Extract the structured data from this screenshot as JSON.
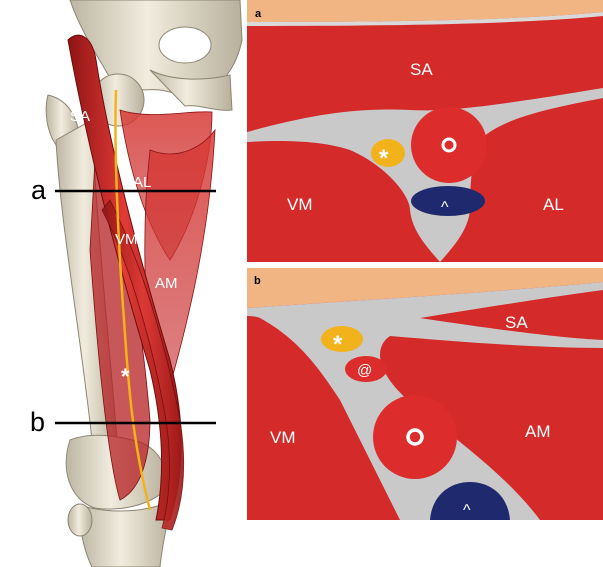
{
  "figure": {
    "left": {
      "labels": {
        "sa": "SA",
        "al": "AL",
        "vm": "VM",
        "am": "AM",
        "star": "*"
      },
      "lines": {
        "a": "a",
        "b": "b"
      }
    },
    "panel_a": {
      "tag": "a",
      "sa": "SA",
      "vm": "VM",
      "al": "AL",
      "star": "*",
      "caret": "^"
    },
    "panel_b": {
      "tag": "b",
      "sa": "SA",
      "vm": "VM",
      "am": "AM",
      "star": "*",
      "at": "@",
      "caret": "^"
    }
  },
  "colors": {
    "muscle": "#d42a2a",
    "muscle_dark": "#b81f1f",
    "fascia": "#c9c9c9",
    "skin": "#f1b583",
    "nerve": "#f3b21a",
    "vein": "#1f2a6e",
    "bone": "#e6dfcc"
  }
}
